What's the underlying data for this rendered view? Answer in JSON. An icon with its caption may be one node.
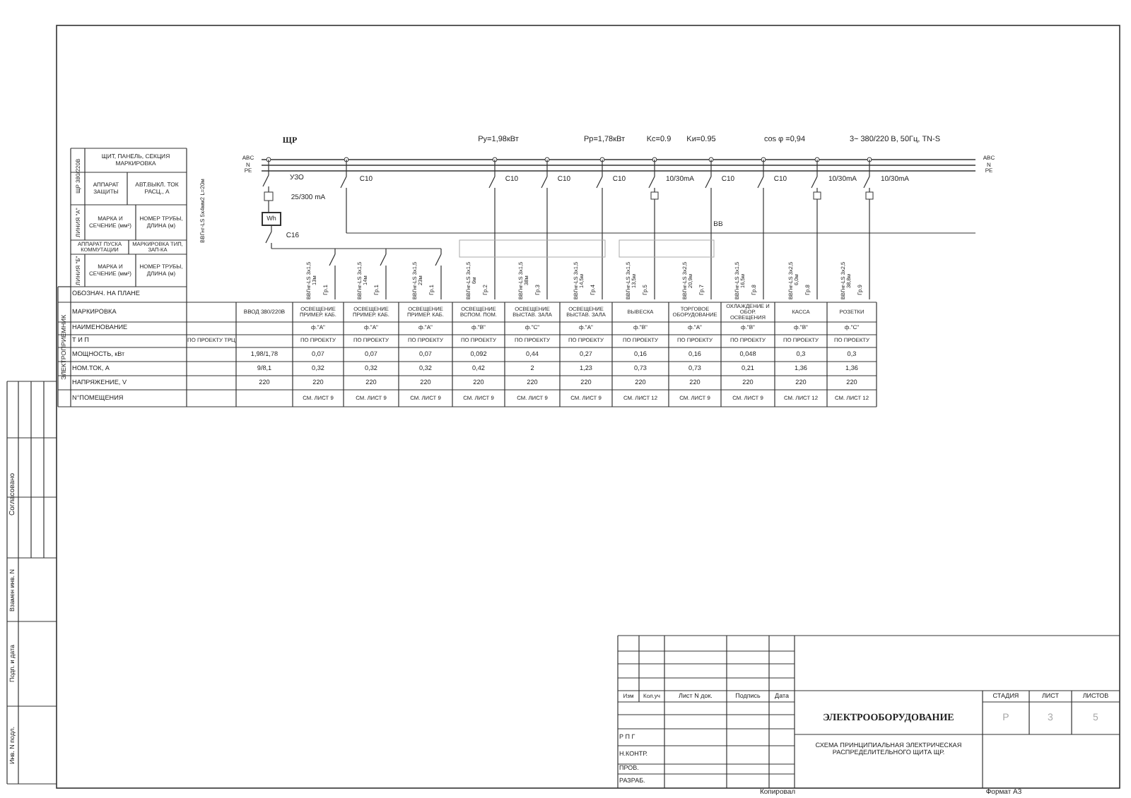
{
  "diagram": {
    "labels": [
      "ЩР",
      "Py=1,98кВт",
      "Pp=1,78кВт",
      "Kс=0.9",
      "Kи=0.95",
      "cos φ =0,94",
      "3~ 380/220 В, 50Гц, TN-S",
      "ABC",
      "N",
      "PE",
      "ABC",
      "N",
      "PE",
      "УЗО",
      "25/300 mA",
      "Wh",
      "C16",
      "C10",
      "C10",
      "C10",
      "C10",
      "10/30mA",
      "C10",
      "C10",
      "10/30mA",
      "10/30mA",
      "ВВ",
      "ВВГнг-LS 5х4мм2 L=20м",
      "ВВГнг-LS 3х1,5 13м",
      "Гр.1",
      "ВВГнг-LS 3х1,5 14м",
      "Гр.1",
      "ВВГнг-LS 3х1,5 23м",
      "Гр.1",
      "ВВГнг-LS 3х1,5 6м",
      "Гр.2",
      "ВВГнг-LS 3х1,5 38м",
      "Гр.3",
      "ВВГнг-LS 3х1,5 14,5м",
      "Гр.4",
      "ВВГнг-LS 3х1,5 13,5м",
      "Гр.5",
      "ВВГнг-LS 3х2,5 20,9м",
      "Гр.7",
      "ВВГнг-LS 3х1,5 16,5м",
      "Гр.8",
      "ВВГнг-LS 3х2,5 6,0м",
      "Гр.8",
      "ВВГнг-LS 3х2,5 38,8м",
      "Гр.9",
      "ЭЛЕКТРОПРИЕМНИК",
      "ЩР 380/220В",
      "ЩИТ, ПАНЕЛЬ, СЕКЦИЯ МАРКИРОВКА",
      "АППАРАТ ЗАЩИТЫ",
      "АВТ.ВЫКЛ. ТОК РАСЦ., А",
      "ЛИНИЯ \"А\"",
      "МАРКА И СЕЧЕНИЕ (мм²)",
      "НОМЕР ТРУБЫ, ДЛИНА (м)",
      "АППАРАТ ПУСКА КОММУТАЦИИ",
      "МАРКИРОВКА ТИП, ЗАП-КА",
      "ЛИНИЯ \"Б\"",
      "МАРКА И СЕЧЕНИЕ (мм²)",
      "НОМЕР ТРУБЫ, ДЛИНА (м)",
      "ОБОЗНАЧ. НА ПЛАНЕ",
      "МАРКИРОВКА",
      "ВВОД 380/220В",
      "ОСВЕЩЕНИЕ ПРИМЕР. КАБ.",
      "ОСВЕЩЕНИЕ ПРИМЕР. КАБ.",
      "ОСВЕЩЕНИЕ ПРИМЕР. КАБ.",
      "ОСВЕЩЕНИЕ ВСПОМ. ПОМ.",
      "ОСВЕЩЕНИЕ ВЫСТАВ. ЗАЛА",
      "ОСВЕЩЕНИЕ ВЫСТАВ. ЗАЛА",
      "ВЫВЕСКА",
      "ТОРГОВОЕ ОБОРУДОВАНИЕ",
      "ОХЛАЖДЕНИЕ И ОБОР. ОСВЕЩЕНИЯ",
      "КАССА",
      "РОЗЕТКИ",
      "НАИМЕНОВАНИЕ",
      "ф.\"А\"",
      "ф.\"А\"",
      "ф.\"А\"",
      "ф.\"B\"",
      "ф.\"C\"",
      "ф.\"А\"",
      "ф.\"B\"",
      "ф.\"А\"",
      "ф.\"B\"",
      "ф.\"B\"",
      "ф.\"C\"",
      "Т И П",
      "ПО ПРОЕКТУ ТРЦ",
      "ПО ПРОЕКТУ",
      "ПО ПРОЕКТУ",
      "ПО ПРОЕКТУ",
      "ПО ПРОЕКТУ",
      "ПО ПРОЕКТУ",
      "ПО ПРОЕКТУ",
      "ПО ПРОЕКТУ",
      "ПО ПРОЕКТУ",
      "ПО ПРОЕКТУ",
      "ПО ПРОЕКТУ",
      "ПО ПРОЕКТУ",
      "МОЩНОСТЬ, кВт",
      "1,98/1,78",
      "0,07",
      "0,07",
      "0,07",
      "0,092",
      "0,44",
      "0,27",
      "0,16",
      "0,16",
      "0,048",
      "0,3",
      "0,3",
      "НОМ.ТОК, А",
      "9/8,1",
      "0,32",
      "0,32",
      "0,32",
      "0,42",
      "2",
      "1,23",
      "0,73",
      "0,73",
      "0,21",
      "1,36",
      "1,36",
      "НАПРЯЖЕНИЕ, V",
      "220",
      "220",
      "220",
      "220",
      "220",
      "220",
      "220",
      "220",
      "220",
      "220",
      "220",
      "220",
      "N°ПОМЕЩЕНИЯ",
      "СМ. ЛИСТ 9",
      "СМ. ЛИСТ 9",
      "СМ. ЛИСТ 9",
      "СМ. ЛИСТ 9",
      "СМ. ЛИСТ 9",
      "СМ. ЛИСТ 9",
      "СМ. ЛИСТ 12",
      "СМ. ЛИСТ 9",
      "СМ. ЛИСТ 9",
      "СМ. ЛИСТ 12",
      "СМ. ЛИСТ 12",
      "Согласовано",
      "Взамен инв. N",
      "Подп. и дата",
      "Инв. N подл.",
      "Изм",
      "Кол.уч",
      "Лист N док.",
      "Подпись",
      "Дата",
      "ЭЛЕКТРООБОРУДОВАНИЕ",
      "СТАДИЯ",
      "ЛИСТ",
      "ЛИСТОВ",
      "Р",
      "3",
      "5",
      "Р П Г",
      "Н.КОНТР.",
      "ПРОВ.",
      "РАЗРАБ.",
      "СХЕМА ПРИНЦИПИАЛЬНАЯ ЭЛЕКТРИЧЕСКАЯ РАСПРЕДЕЛИТЕЛЬНОГО ЩИТА ЩР.",
      "Копировал",
      "Формат А3"
    ]
  }
}
